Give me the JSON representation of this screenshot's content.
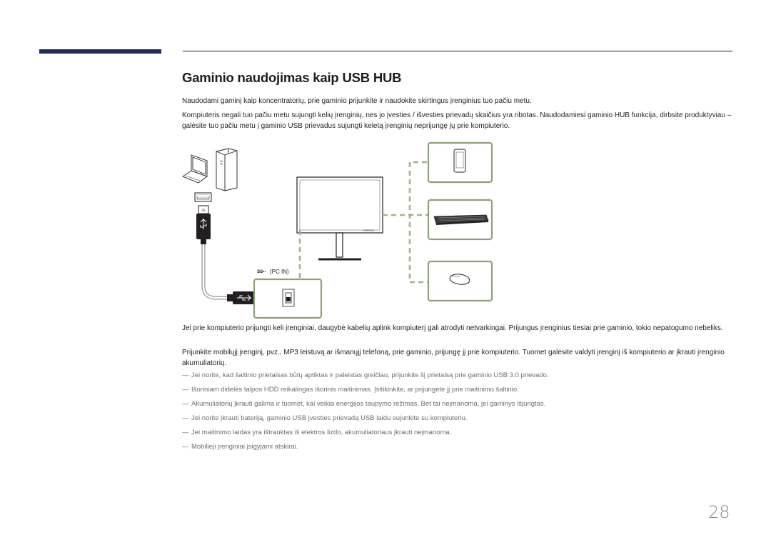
{
  "header": {
    "title": "Gaminio naudojimas kaip USB HUB"
  },
  "body": {
    "paragraph_1": "Naudodami gaminį kaip koncentratorių, prie gaminio prijunkite ir naudokite skirtingus įrenginius tuo pačiu metu.",
    "paragraph_2": "Kompiuteris negali tuo pačiu metu sujungti kelių įrenginių, nes jo įvesties / išvesties prievadų skaičius yra ribotas. Naudodamiesi gaminio HUB funkcija, dirbsite produktyviau – galėsite tuo pačiu metu į gaminio USB prievadus sujungti keletą įrenginių neprijungę jų prie kompiuterio.",
    "paragraph_3": "Jei prie kompiuterio prijungti keli įrenginiai, daugybė kabelių aplink kompiuterį gali atrodyti netvarkingai. Prijungus įrenginius tiesiai prie gaminio, tokio nepatogumo nebeliks.",
    "paragraph_4": "Prijunkite mobilųjį įrenginį, pvz., MP3 leistuvą ar išmanųjį telefoną, prie gaminio, prijungę jį prie kompiuterio. Tuomet galėsite valdyti įrenginį iš kompiuterio ar įkrauti įrenginio akumuliatorių."
  },
  "notes": [
    "Jei norite, kad šaltinio prietaisas būtų aptiktas ir paleistas greičiau, prijunkite šį prietaisą prie gaminio USB 3.0 prievado.",
    "Išoriniam didelės talpos HDD reikalingas išorinis maitinimas. Įsitikinkite, ar prijungėte jį prie maitinimo šaltinio.",
    "Akumuliatorių įkrauti galima ir tuomet, kai veikia energijos taupymo režimas. Bet tai neįmanoma, jei gaminys išjungtas.",
    "Jei norite įkrauti bateriją, gaminio USB įvesties prievadą USB laidu sujunkite su kompiuteriu.",
    "Jei maitinimo laidas yra ištrauktas iš elektros lizdo, akumuliatoriaus įkrauti neįmanoma.",
    "Mobilieji įrenginiai įsigyjami atskirai."
  ],
  "note_marker": "―",
  "diagram": {
    "port_label": "(PC IN)",
    "usb_plug_label": "SS",
    "monitor_brand": "SAMSUNG"
  },
  "colors": {
    "accent_bar": "#1f2a56",
    "device_frame": "#8ea17a",
    "dashed_line": "#a6b38e"
  },
  "page": {
    "number": "28"
  }
}
